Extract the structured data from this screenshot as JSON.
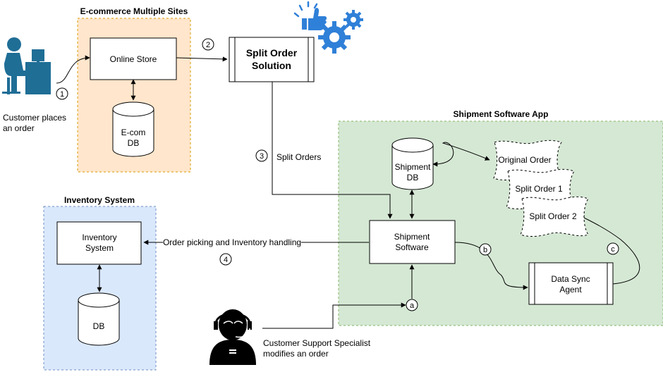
{
  "groups": {
    "ecommerce": {
      "title": "E-commerce Multiple Sites"
    },
    "shipment_app": {
      "title": "Shipment Software App"
    },
    "inventory": {
      "title": "Inventory System"
    }
  },
  "nodes": {
    "online_store": "Online Store",
    "ecom_db": [
      "E-com",
      "DB"
    ],
    "split_order_solution": [
      "Split Order",
      "Solution"
    ],
    "shipment_db": [
      "Shipment",
      "DB"
    ],
    "shipment_software": [
      "Shipment",
      "Software"
    ],
    "data_sync_agent": [
      "Data Sync",
      "Agent"
    ],
    "inventory_system": [
      "Inventory",
      "System"
    ],
    "inventory_db": "DB",
    "original_order": "Original Order",
    "split_order_1": "Split Order 1",
    "split_order_2": "Split Order 2"
  },
  "actors": {
    "customer": [
      "Customer places",
      "an order"
    ],
    "support": [
      "Customer Support Specialist",
      "modifies an order"
    ]
  },
  "edge_labels": {
    "split_orders": "Split Orders",
    "order_picking": "Order picking and Inventory handling"
  },
  "step_markers": {
    "one": "1",
    "two": "2",
    "three": "3",
    "four": "4",
    "a": "a",
    "b": "b",
    "c": "c"
  },
  "colors": {
    "ecommerce_fill": "#FFE6CC",
    "ecommerce_stroke": "#D79B00",
    "shipment_fill": "#D5E8D4",
    "shipment_stroke": "#82B366",
    "inventory_fill": "#DAE8FC",
    "inventory_stroke": "#6C8EBF",
    "person_blue": "#1F6E96",
    "gear_blue": "#2F80D8"
  }
}
